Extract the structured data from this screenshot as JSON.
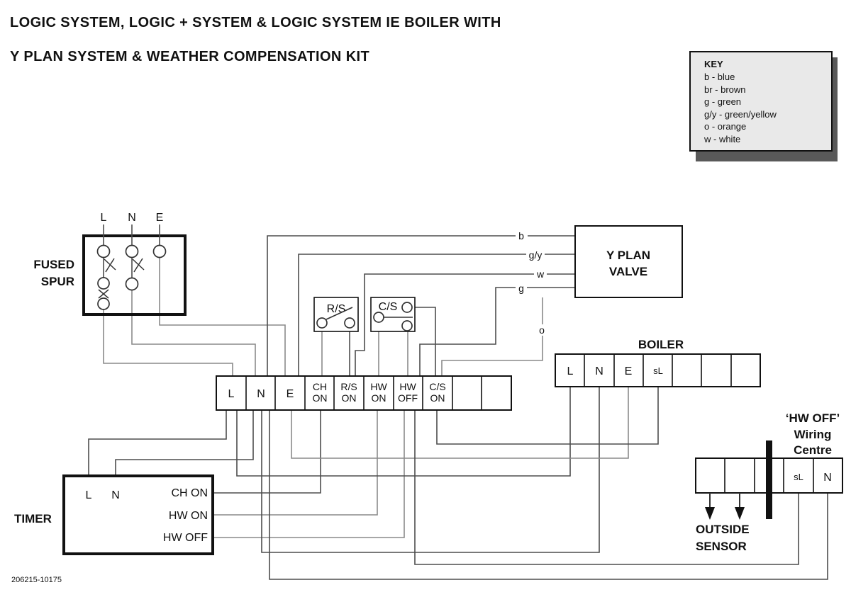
{
  "title": {
    "line1": "LOGIC SYSTEM, LOGIC + SYSTEM & LOGIC SYSTEM IE BOILER WITH",
    "line2": "Y PLAN SYSTEM & WEATHER COMPENSATION KIT"
  },
  "key": {
    "title": "KEY",
    "items": [
      "b - blue",
      "br - brown",
      "g - green",
      "g/y - green/yellow",
      "o - orange",
      "w - white"
    ]
  },
  "fused_spur": {
    "label1": "FUSED",
    "label2": "SPUR",
    "terminals": [
      "L",
      "N",
      "E"
    ]
  },
  "valve": {
    "line1": "Y PLAN",
    "line2": "VALVE"
  },
  "switches": {
    "rs": "R/S",
    "cs": "C/S"
  },
  "wire_labels": {
    "b": "b",
    "gy": "g/y",
    "w": "w",
    "g": "g",
    "o": "o"
  },
  "main_strip": {
    "cells": [
      [
        "L"
      ],
      [
        "N"
      ],
      [
        "E"
      ],
      [
        "CH",
        "ON"
      ],
      [
        "R/S",
        "ON"
      ],
      [
        "HW",
        "ON"
      ],
      [
        "HW",
        "OFF"
      ],
      [
        "C/S",
        "ON"
      ],
      [],
      []
    ]
  },
  "boiler": {
    "label": "BOILER",
    "cells": [
      "L",
      "N",
      "E",
      "sL",
      "",
      "",
      ""
    ]
  },
  "timer": {
    "label": "TIMER",
    "inputs": [
      "L",
      "N"
    ],
    "outputs": [
      "CH ON",
      "HW ON",
      "HW OFF"
    ]
  },
  "wiring_centre": {
    "label1": "‘HW OFF’",
    "label2": "Wiring",
    "label3": "Centre",
    "cells": [
      "",
      "",
      "",
      "sL",
      "N"
    ]
  },
  "outside_sensor": {
    "line1": "OUTSIDE",
    "line2": "SENSOR"
  },
  "part_number": "206215-10175",
  "colors": {
    "wire_dark": "#4d4d4d",
    "wire_grey": "#8a8a8a",
    "key_bg": "#e9e9e9"
  }
}
